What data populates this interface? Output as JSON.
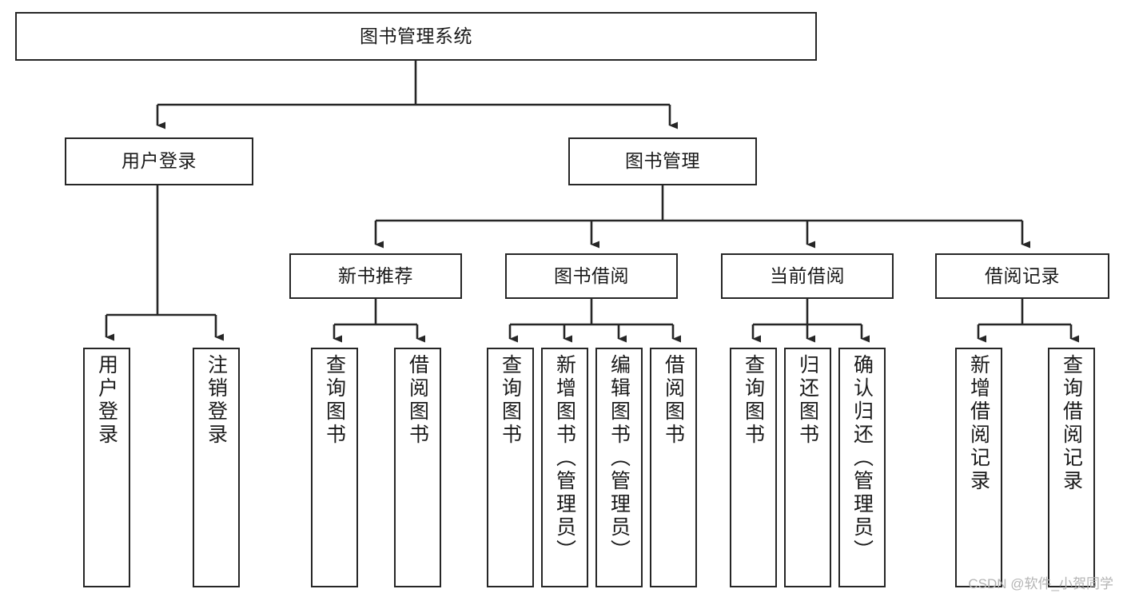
{
  "diagram": {
    "type": "tree-hierarchy-chart",
    "title": "图书管理系统",
    "orientation": "top-down",
    "colors": {
      "box_border": "#262626",
      "box_fill": "#ffffff",
      "connector": "#262626",
      "text": "#1a1a1a",
      "watermark": "#b4b4b4",
      "background": "#ffffff"
    },
    "root": {
      "label": "图书管理系统",
      "name": "node-root-book-management-system"
    },
    "level1": [
      {
        "label": "用户登录",
        "name": "node-user-login"
      },
      {
        "label": "图书管理",
        "name": "node-book-management"
      }
    ],
    "level2": [
      {
        "label": "新书推荐",
        "name": "node-new-book-recommend"
      },
      {
        "label": "图书借阅",
        "name": "node-book-borrow"
      },
      {
        "label": "当前借阅",
        "name": "node-current-borrow"
      },
      {
        "label": "借阅记录",
        "name": "node-borrow-record"
      }
    ],
    "leaves": {
      "user_login": [
        {
          "label": "用户登录",
          "name": "leaf-user-login"
        },
        {
          "label": "注销登录",
          "name": "leaf-logout"
        }
      ],
      "new_book_recommend": [
        {
          "label": "查询图书",
          "name": "leaf-query-book-recommend"
        },
        {
          "label": "借阅图书",
          "name": "leaf-borrow-book-recommend"
        }
      ],
      "book_borrow": [
        {
          "label": "查询图书",
          "name": "leaf-query-book-borrow"
        },
        {
          "label": "新增图书（管理员）",
          "name": "leaf-add-book-admin"
        },
        {
          "label": "编辑图书（管理员）",
          "name": "leaf-edit-book-admin"
        },
        {
          "label": "借阅图书",
          "name": "leaf-borrow-book"
        }
      ],
      "current_borrow": [
        {
          "label": "查询图书",
          "name": "leaf-query-book-current"
        },
        {
          "label": "归还图书",
          "name": "leaf-return-book"
        },
        {
          "label": "确认归还（管理员）",
          "name": "leaf-confirm-return-admin"
        }
      ],
      "borrow_record": [
        {
          "label": "新增借阅记录",
          "name": "leaf-add-borrow-record"
        },
        {
          "label": "查询借阅记录",
          "name": "leaf-query-borrow-record"
        }
      ]
    },
    "watermark": "CSDN @软件_小贺同学"
  }
}
